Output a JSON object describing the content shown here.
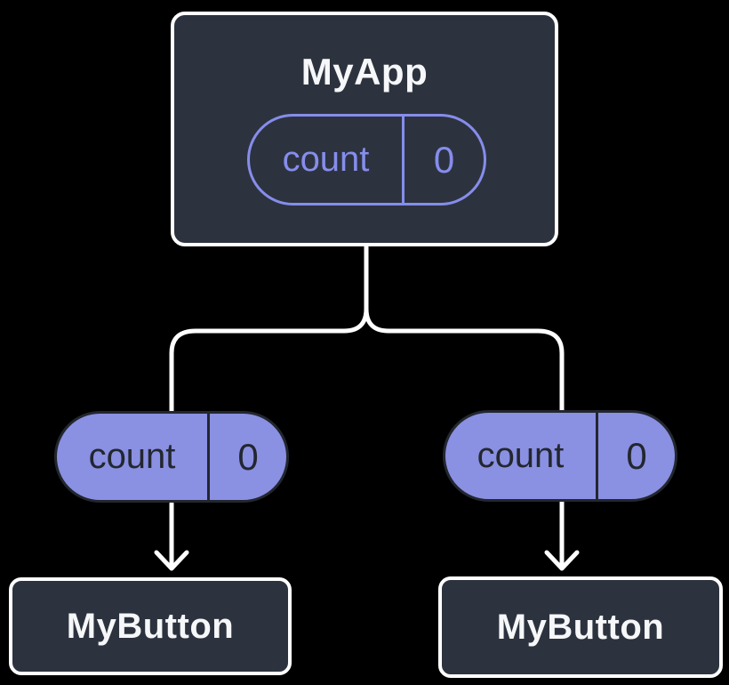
{
  "colors": {
    "background": "#000000",
    "box_fill": "#2D333E",
    "box_border": "#FFFFFF",
    "pill_fill": "#8A90E2",
    "pill_outline": "#868DEC",
    "pill_text_dark": "#23272F",
    "connector": "#FFFFFF",
    "text_light": "#F6F7F9"
  },
  "tree": {
    "root": {
      "label": "MyApp",
      "state_pill": {
        "name": "count",
        "value": "0"
      }
    },
    "children": [
      {
        "prop_pill": {
          "name": "count",
          "value": "0"
        },
        "label": "MyButton"
      },
      {
        "prop_pill": {
          "name": "count",
          "value": "0"
        },
        "label": "MyButton"
      }
    ]
  }
}
